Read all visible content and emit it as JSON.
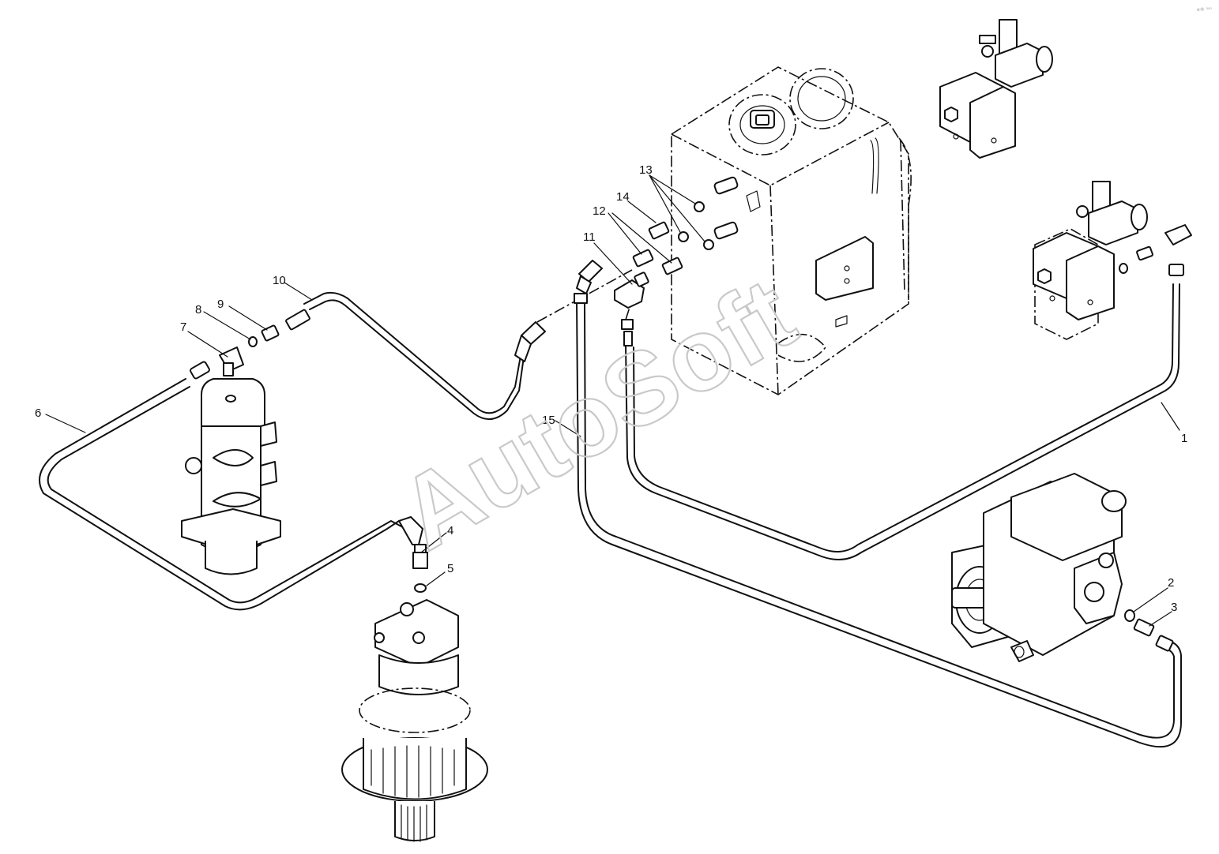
{
  "watermark": "AutoSoft",
  "corner_mark": "e® ⁵⁰⁰",
  "callouts": [
    {
      "id": "1",
      "label": "1"
    },
    {
      "id": "2",
      "label": "2"
    },
    {
      "id": "3",
      "label": "3"
    },
    {
      "id": "4",
      "label": "4"
    },
    {
      "id": "5",
      "label": "5"
    },
    {
      "id": "6",
      "label": "6"
    },
    {
      "id": "7",
      "label": "7"
    },
    {
      "id": "8",
      "label": "8"
    },
    {
      "id": "9",
      "label": "9"
    },
    {
      "id": "10",
      "label": "10"
    },
    {
      "id": "11",
      "label": "11"
    },
    {
      "id": "12",
      "label": "12"
    },
    {
      "id": "13",
      "label": "13"
    },
    {
      "id": "14",
      "label": "14"
    },
    {
      "id": "15",
      "label": "15"
    }
  ]
}
